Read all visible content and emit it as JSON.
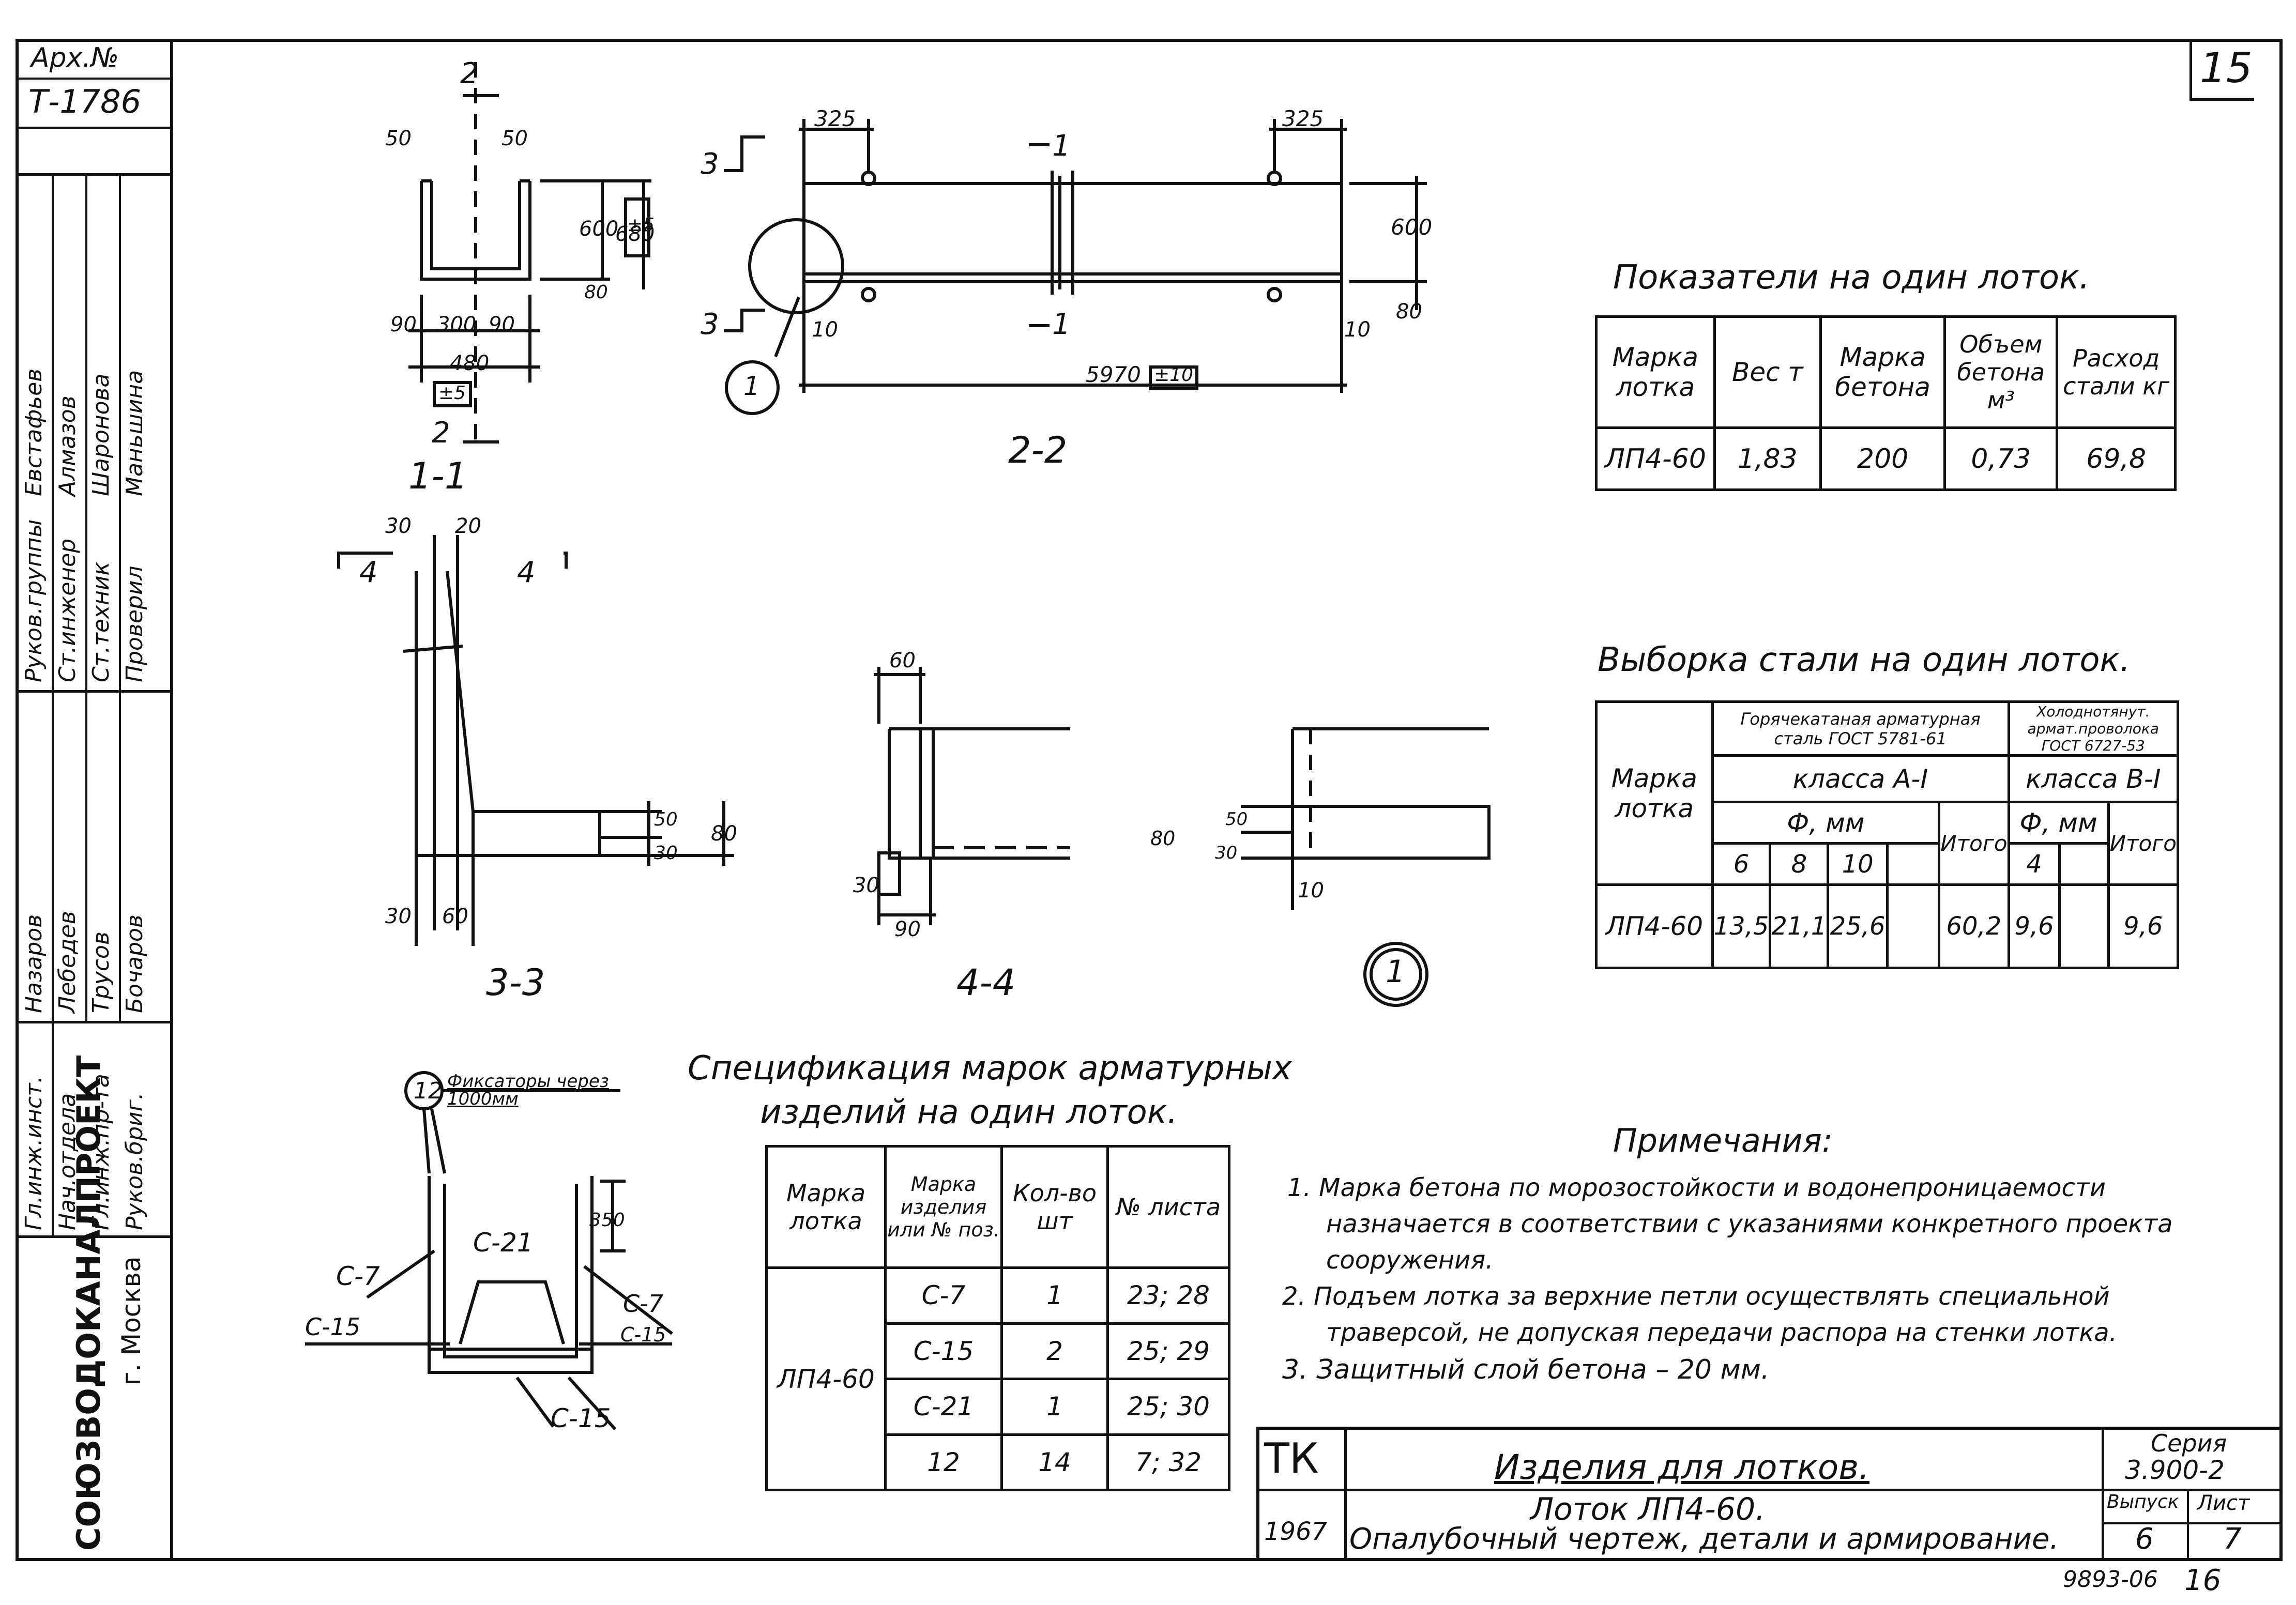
{
  "sheet": {
    "page_number": "15",
    "archive_label": "Арх.№",
    "archive_number": "Т-1786",
    "bottom_number": "9893-06",
    "bottom_page": "16"
  },
  "left_stamp": {
    "organization": "СОЮЗВОДОКАНАЛПРОЕКТ",
    "city": "г. Москва",
    "roles": [
      "Гл.инж.инст.",
      "Нач.отдела",
      "Гл.инж.пр-та",
      "Руков.бриг.",
      "Руков.группы",
      "Ст.инженер",
      "Ст.техник",
      "Проверил"
    ],
    "names": [
      "Назаров",
      "Лебедев",
      "Трусов",
      "Бочаров",
      "Евстафьев",
      "Алмазов",
      "Шаронова",
      "Маньшина"
    ]
  },
  "sections": {
    "s11": "1-1",
    "s22": "2-2",
    "s33": "3-3",
    "s44": "4-4",
    "node1": "1",
    "cut2": "2",
    "cut3": "3",
    "cut1": "1",
    "cut4": "4"
  },
  "dims": {
    "d50a": "50",
    "d50b": "50",
    "d600": "600",
    "d680": "680",
    "pm5": "±5",
    "d80": "80",
    "d90a": "90",
    "d300": "300",
    "d90b": "90",
    "d480": "480",
    "pm5b": "±5",
    "d325a": "325",
    "d325b": "325",
    "d600b": "600",
    "d10a": "10",
    "d10b": "10",
    "d80b": "80",
    "d5970": "5970",
    "pm10": "±10",
    "d30": "30",
    "d20": "20",
    "d30b": "30",
    "d60": "60",
    "d30c": "30",
    "d50c": "50",
    "d80c": "80",
    "d60b": "60",
    "d30d": "30",
    "d90c": "90",
    "d80d": "80",
    "d30e": "30",
    "d50d": "50",
    "d10c": "10",
    "d350": "350"
  },
  "reinforcement": {
    "callout": "12",
    "fixators": "Фиксаторы через 1000мм",
    "c7a": "С-7",
    "c21": "С-21",
    "c15a": "С-15",
    "c7b": "С-7",
    "c15b": "С-15",
    "c15c": "С-15"
  },
  "indicators": {
    "title": "Показатели на один лоток.",
    "headers": [
      "Марка лотка",
      "Вес т",
      "Марка бетона",
      "Объем бетона м³",
      "Расход стали кг"
    ],
    "row": [
      "ЛП4-60",
      "1,83",
      "200",
      "0,73",
      "69,8"
    ]
  },
  "steel": {
    "title": "Выборка стали на один лоток.",
    "h_mark": "Марка лотка",
    "h_hot": "Горячекатаная арматурная сталь ГОСТ 5781-61",
    "h_cold": "Холоднотянут. армат.проволока ГОСТ 6727-53",
    "h_classA": "класса А-I",
    "h_classB": "класса В-I",
    "h_phi": "Ф, мм",
    "h_phi2": "Ф, мм",
    "h_total": "Итого",
    "h_total2": "Итого",
    "d6": "6",
    "d8": "8",
    "d10": "10",
    "d4": "4",
    "row": [
      "ЛП4-60",
      "13,5",
      "21,1",
      "25,6",
      "",
      "60,2",
      "9,6",
      "",
      "9,6"
    ]
  },
  "spec": {
    "title1": "Спецификация марок арматурных",
    "title2": "изделий на один лоток.",
    "headers": [
      "Марка лотка",
      "Марка изделия или № поз.",
      "Кол-во шт",
      "№ листа"
    ],
    "mark": "ЛП4-60",
    "rows": [
      [
        "С-7",
        "1",
        "23; 28"
      ],
      [
        "С-15",
        "2",
        "25; 29"
      ],
      [
        "С-21",
        "1",
        "25; 30"
      ],
      [
        "12",
        "14",
        "7; 32"
      ]
    ]
  },
  "notes": {
    "title": "Примечания:",
    "items": [
      "1. Марка бетона по морозостойкости и водонепроницаемости",
      "назначается в соответствии с указаниями конкретного проекта",
      "сооружения.",
      "2. Подъем лотка за верхние петли осуществлять специальной",
      "траверсой, не допуская передачи распора на стенки лотка.",
      "3. Защитный слой бетона – 20 мм."
    ]
  },
  "title_block": {
    "tk": "ТК",
    "year": "1967",
    "title1": "Изделия для лотков.",
    "title2": "Лоток ЛП4-60.",
    "title3": "Опалубочный чертеж, детали и армирование.",
    "series_label": "Серия",
    "series": "3.900-2",
    "issue_label": "Выпуск",
    "issue": "6",
    "sheet_label": "Лист",
    "sheet": "7"
  }
}
